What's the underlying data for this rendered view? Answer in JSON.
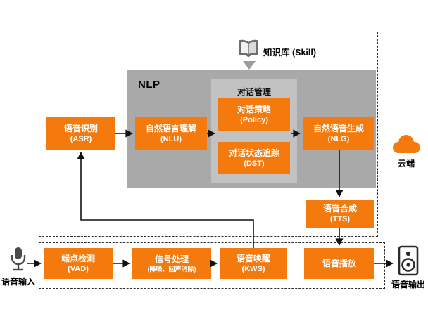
{
  "colors": {
    "orange": "#F57A0D",
    "nlp_gray": "#A9A9A9",
    "dialog_gray": "#C2C2C2",
    "line": "#111111"
  },
  "labels": {
    "nlp": "NLP",
    "dialog_management": "对话管理",
    "knowledge_base": "知识库 (Skill)",
    "cloud": "云端",
    "voice_input": "语音输入",
    "voice_output": "语音输出"
  },
  "nodes": {
    "asr": {
      "name": "语音识别",
      "abbr": "(ASR)"
    },
    "nlu": {
      "name": "自然语言理解",
      "abbr": "(NLU)"
    },
    "policy": {
      "name": "对话策略",
      "abbr": "(Policy)"
    },
    "dst": {
      "name": "对话状态追踪",
      "abbr": "(DST)"
    },
    "nlg": {
      "name": "自然语音生成",
      "abbr": "(NLG)"
    },
    "tts": {
      "name": "语音合成",
      "abbr": "(TTS)"
    },
    "vad": {
      "name": "端点检测",
      "abbr": "(VAD)"
    },
    "signal": {
      "name": "信号处理",
      "abbr": "(降噪、回声消除)"
    },
    "kws": {
      "name": "语音唤醒",
      "abbr": "(KWS)"
    },
    "playback": {
      "name": "语音播放"
    }
  }
}
